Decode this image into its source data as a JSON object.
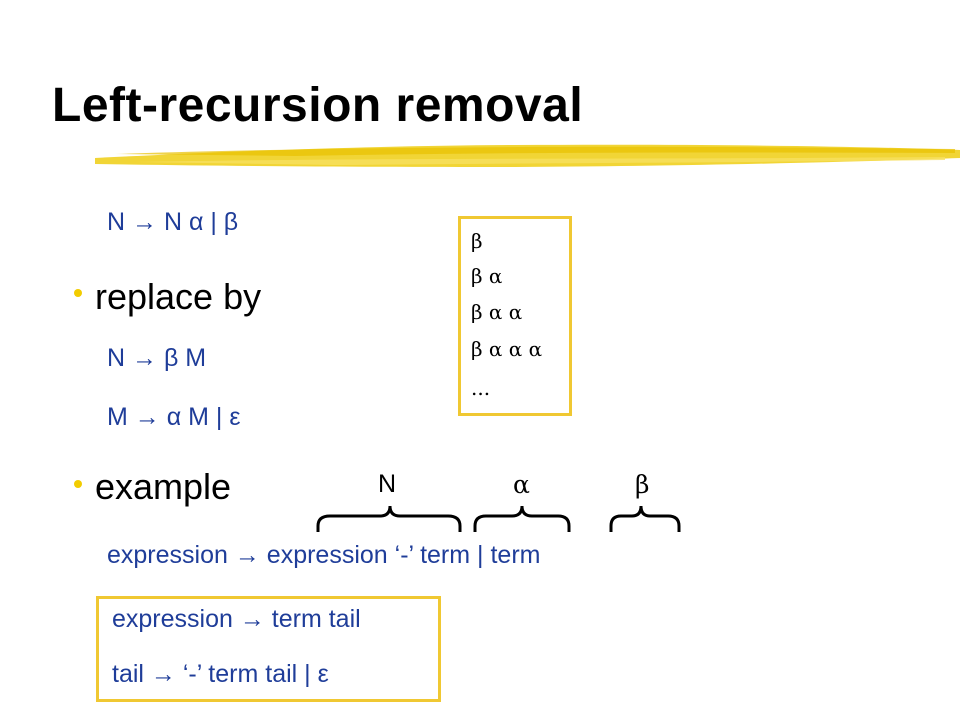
{
  "slide": {
    "title": "Left-recursion removal",
    "original_rule": "N → N α | β",
    "bullets": [
      {
        "text": "replace by"
      },
      {
        "text": "example"
      }
    ],
    "replacement_rules": [
      "N → β M",
      "M → α M  |  ε"
    ],
    "sequence_box": [
      "β",
      "β  α",
      "β  α  α",
      "β  α  α  α",
      "..."
    ],
    "brace_labels": {
      "n": "N",
      "alpha": "α",
      "beta": "β"
    },
    "example_rule": "expression  → expression  ‘-’ term  |  term",
    "result_rules": [
      "expression  → term tail",
      "tail  → ‘-’ term tail  |  ε"
    ],
    "colors": {
      "accent": "#f0c832",
      "text_blue": "#1f3d99",
      "bullet": "#f2cc00"
    }
  }
}
